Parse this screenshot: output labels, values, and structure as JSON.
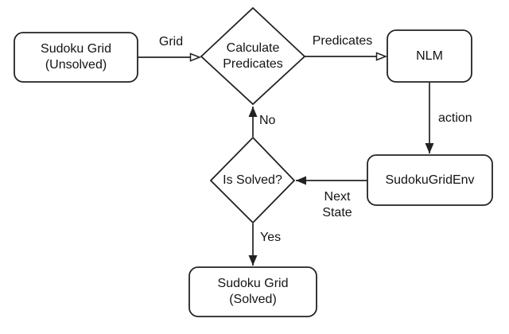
{
  "figure": {
    "type": "flowchart",
    "background": "#ffffff",
    "stroke_color": "#222222",
    "text_color": "#141414",
    "nodes": {
      "unsolved": {
        "label": "Sudoku Grid\n(Unsolved)",
        "shape": "rounded-rect"
      },
      "calc_predicates": {
        "label": "Calculate\nPredicates",
        "shape": "diamond"
      },
      "nlm": {
        "label": "NLM",
        "shape": "rounded-rect"
      },
      "env": {
        "label": "SudokuGridEnv",
        "shape": "rounded-rect"
      },
      "is_solved": {
        "label": "Is Solved?",
        "shape": "diamond"
      },
      "solved": {
        "label": "Sudoku Grid\n(Solved)",
        "shape": "rounded-rect"
      }
    },
    "edges": {
      "grid": {
        "label": "Grid",
        "from": "unsolved",
        "to": "calc_predicates",
        "arrowhead": "open"
      },
      "predicates": {
        "label": "Predicates",
        "from": "calc_predicates",
        "to": "nlm",
        "arrowhead": "open"
      },
      "action": {
        "label": "action",
        "from": "nlm",
        "to": "env",
        "arrowhead": "solid"
      },
      "next_state": {
        "label": "Next\nState",
        "from": "env",
        "to": "is_solved",
        "arrowhead": "solid"
      },
      "no": {
        "label": "No",
        "from": "is_solved",
        "to": "calc_predicates",
        "arrowhead": "solid"
      },
      "yes": {
        "label": "Yes",
        "from": "is_solved",
        "to": "solved",
        "arrowhead": "solid"
      }
    }
  }
}
